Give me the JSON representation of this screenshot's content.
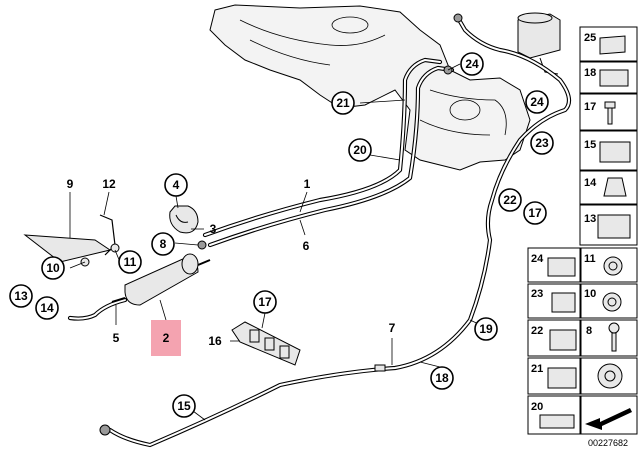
{
  "diagram": {
    "drawing_id": "00227682",
    "highlighted_callout": "2",
    "plain_labels": [
      "9",
      "12",
      "1",
      "3",
      "6",
      "7",
      "5"
    ],
    "circled_callouts": [
      "4",
      "8",
      "10",
      "11",
      "13",
      "14",
      "15",
      "16",
      "17",
      "18",
      "19",
      "20",
      "21",
      "22",
      "23",
      "24"
    ],
    "parts_panel": [
      "25",
      "18",
      "17",
      "15",
      "14",
      "13",
      "24",
      "11",
      "23",
      "10",
      "22",
      "8",
      "21",
      "20"
    ],
    "colors": {
      "highlight": "#f4a3b0",
      "line": "#000000",
      "tank_fill": "#f3f3f3"
    }
  }
}
